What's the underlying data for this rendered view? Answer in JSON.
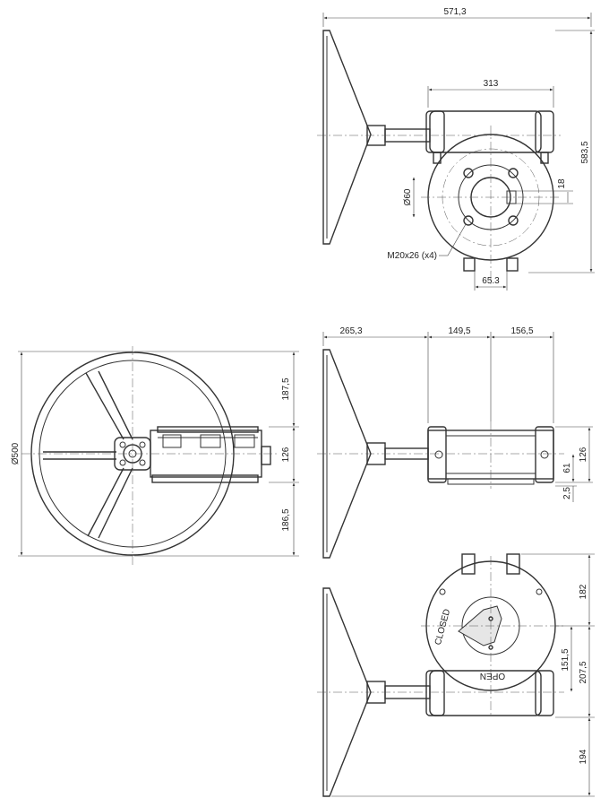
{
  "colors": {
    "line": "#333333",
    "background": "#ffffff"
  },
  "top_view": {
    "dim_overall_width": "571,3",
    "dim_flange_span": "313",
    "dim_overall_height": "583,5",
    "dim_bore_diameter": "Ø60",
    "dim_key": "18",
    "dim_offset": "65.3",
    "bolt_callout": "M20x26 (x4)"
  },
  "side_view_left": {
    "dim_wheel_diameter": "Ø500",
    "dim_upper": "187,5",
    "dim_center": "126",
    "dim_lower": "186,5"
  },
  "side_view_right": {
    "dim_a": "265,3",
    "dim_b": "149,5",
    "dim_c": "156,5",
    "dim_height": "126",
    "dim_mid": "61",
    "dim_small": "2,5"
  },
  "bottom_view": {
    "label_closed": "CLOSED",
    "label_open": "OPEN",
    "dim_top": "182",
    "dim_mid": "151,5",
    "dim_total": "207,5",
    "dim_bottom": "194"
  }
}
